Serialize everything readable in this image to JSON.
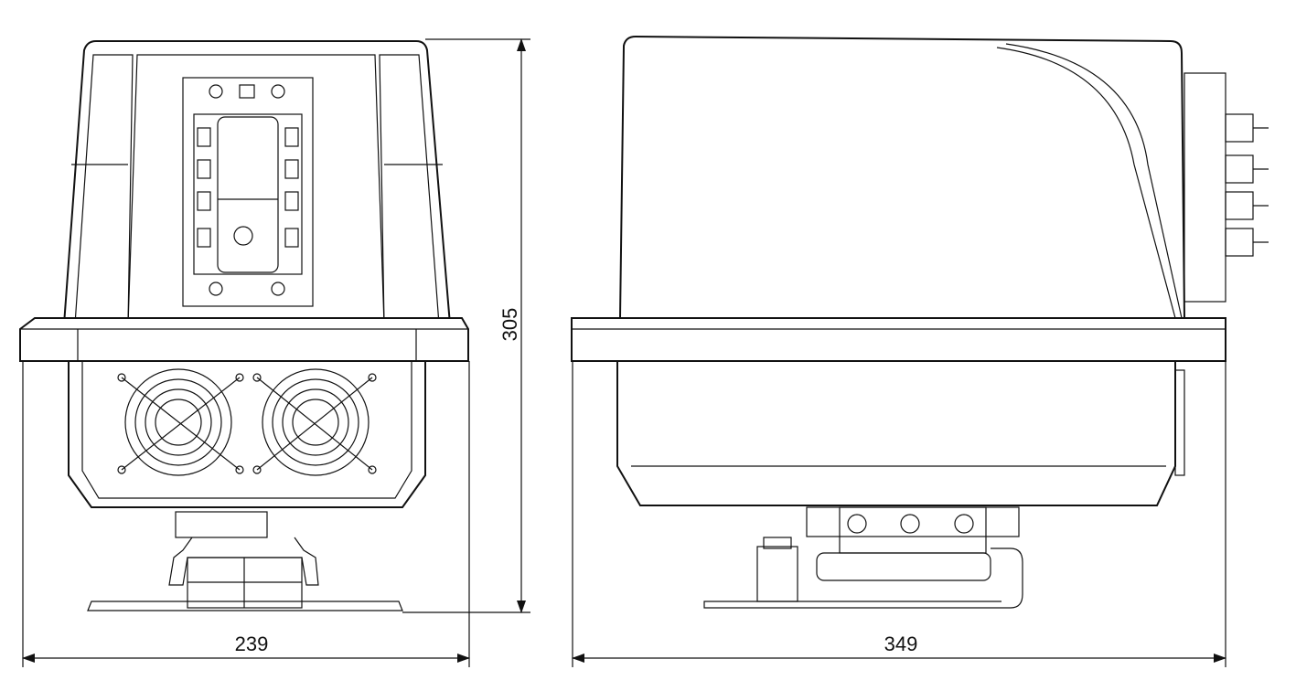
{
  "drawing": {
    "front_view": {
      "width_dimension": "239",
      "height_dimension": "305"
    },
    "side_view": {
      "depth_dimension": "349"
    }
  },
  "colors": {
    "line": "#111111",
    "background": "#ffffff"
  }
}
